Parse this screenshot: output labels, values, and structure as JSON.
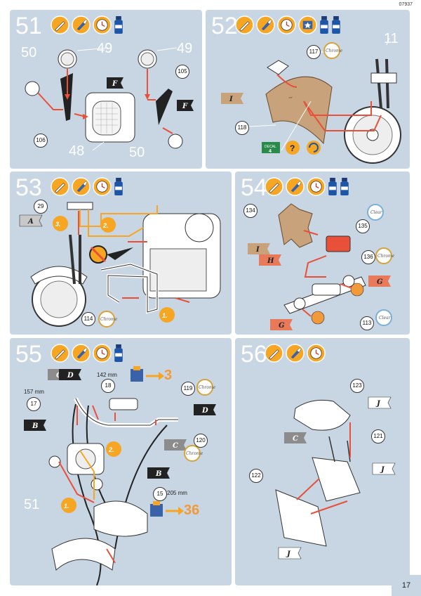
{
  "doc_number": "07937",
  "page_number": "17",
  "colors": {
    "panel": "#c8d5e3",
    "orange": "#f29a3a",
    "arrow": "#e8503a",
    "wood": "#c8a27a",
    "flag": "#222222"
  },
  "steps": [
    {
      "number": "51",
      "icons": [
        "knife-icon",
        "paint-brush-icon",
        "clock-icon",
        "glue-bottle-icon"
      ],
      "big_labels": {
        "a": "50",
        "b": "49",
        "c": "48",
        "d": "49",
        "e": "50"
      },
      "flags": {
        "f1": "F",
        "f2": "F"
      },
      "parts": {
        "p106": "106",
        "p105": "105"
      }
    },
    {
      "number": "52",
      "icons": [
        "knife-icon",
        "paint-brush-icon",
        "clock-icon",
        "decal-icon",
        "glue-bottle-icon",
        "glue-bottle-icon"
      ],
      "big_labels": {
        "a": "11"
      },
      "flags": {
        "i": "I"
      },
      "parts": {
        "p117": "117",
        "p118": "118"
      },
      "badges": {
        "chrome": "Chrome"
      },
      "decal": {
        "title": "DECAL",
        "number": "4"
      }
    },
    {
      "number": "53",
      "icons": [
        "knife-icon",
        "paint-brush-icon",
        "clock-icon",
        "glue-bottle-icon"
      ],
      "flags": {
        "a": "A"
      },
      "parts": {
        "p29": "29",
        "p114": "114"
      },
      "badges": {
        "chrome": "Chrome"
      },
      "substeps": [
        "1.",
        "2.",
        "3."
      ]
    },
    {
      "number": "54",
      "icons": [
        "knife-icon",
        "paint-brush-icon",
        "clock-icon",
        "glue-bottle-icon",
        "glue-bottle-icon"
      ],
      "flags": {
        "i": "I",
        "h": "H",
        "g1": "G",
        "g2": "G"
      },
      "parts": {
        "p134": "134",
        "p135": "135",
        "p136": "136",
        "p113": "113"
      },
      "badges": {
        "clear": "Clear",
        "chrome": "Chrome"
      }
    },
    {
      "number": "55",
      "icons": [
        "knife-icon",
        "paint-brush-icon",
        "clock-icon",
        "glue-bottle-icon"
      ],
      "flags": {
        "c1": "C",
        "d1": "D",
        "b1": "B",
        "d2": "D",
        "c2": "C",
        "b2": "B"
      },
      "parts": {
        "p17": "17",
        "p18": "18",
        "p119": "119",
        "p120": "120",
        "p15": "15"
      },
      "dimensions": {
        "d142": "142 mm",
        "d157": "157 mm",
        "d205": "205 mm"
      },
      "badges": {
        "chrome": "Chrome"
      },
      "refs": {
        "r3": "3",
        "r36": "36"
      },
      "big_labels": {
        "a": "51"
      },
      "substeps": [
        "1.",
        "2."
      ]
    },
    {
      "number": "56",
      "icons": [
        "knife-icon",
        "paint-brush-icon",
        "clock-icon"
      ],
      "flags": {
        "j1": "J",
        "c": "C",
        "j2": "J",
        "j3": "J"
      },
      "parts": {
        "p123": "123",
        "p121": "121",
        "p122": "122"
      }
    }
  ]
}
